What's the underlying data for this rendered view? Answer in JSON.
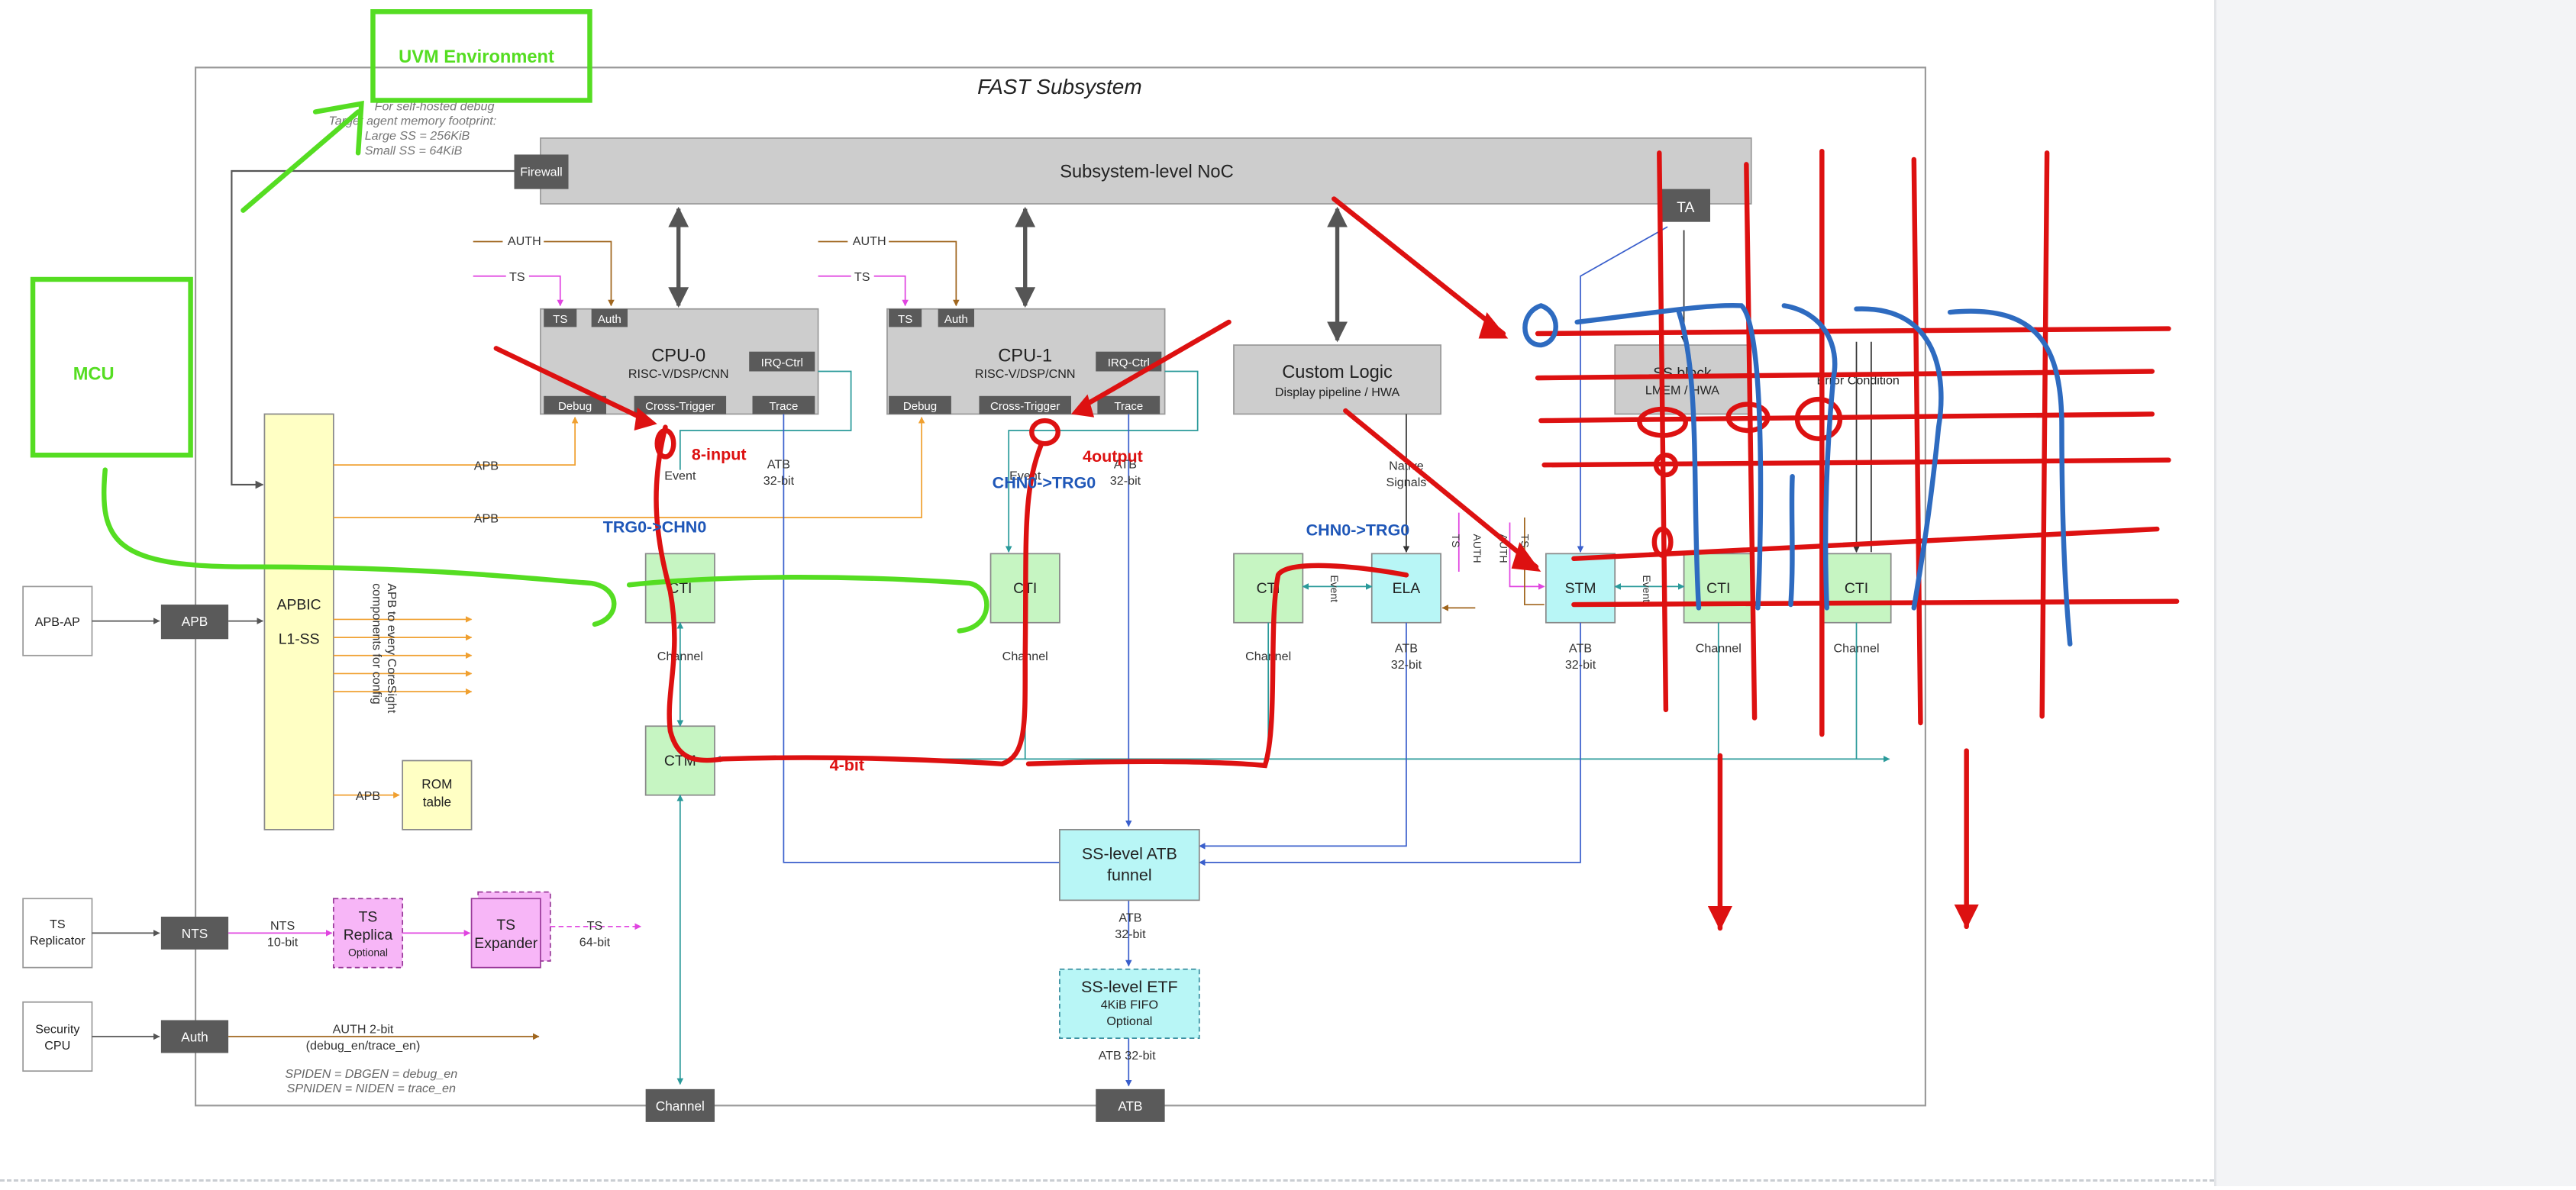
{
  "diagram": {
    "title": "FAST Subsystem",
    "uvm_label": "UVM Environment",
    "mcu_label": "MCU",
    "footprint_note": [
      "For self-hosted debug",
      "Target agent memory footprint:",
      "Large SS = 256KiB",
      "Small SS = 64KiB"
    ],
    "noc_label": "Subsystem-level NoC",
    "firewall_label": "Firewall",
    "ta_label": "TA",
    "cpu0": {
      "name": "CPU-0",
      "sub": "RISC-V/DSP/CNN"
    },
    "cpu1": {
      "name": "CPU-1",
      "sub": "RISC-V/DSP/CNN"
    },
    "ts_label": "TS",
    "auth_label": "Auth",
    "auth_caps": "AUTH",
    "irq_label": "IRQ-Ctrl",
    "debug_label": "Debug",
    "cross_trigger_label": "Cross-Trigger",
    "trace_label": "Trace",
    "custom_logic": {
      "name": "Custom Logic",
      "sub": "Display pipeline / HWA"
    },
    "ss_block": {
      "name": "SS block",
      "sub": "LMEM / HWA"
    },
    "error_condition": "Error Condition",
    "apbic": {
      "name": "APBIC",
      "sub": "L1-SS"
    },
    "apb_label": "APB",
    "apb_note": [
      "APB to every CoreSight",
      "components for config"
    ],
    "rom_table": [
      "ROM",
      "table"
    ],
    "apb_ap": "APB-AP",
    "cti_label": "CTI",
    "ctm_label": "CTM",
    "ela_label": "ELA",
    "stm_label": "STM",
    "channel_label": "Channel",
    "event_label": "Event",
    "atb_label": "ATB",
    "atb32": [
      "ATB",
      "32-bit"
    ],
    "atb32_inline": "ATB 32-bit",
    "native_signals": [
      "Native",
      "Signals"
    ],
    "funnel": [
      "SS-level ATB",
      "funnel"
    ],
    "etf": [
      "SS-level ETF",
      "4KiB FIFO",
      "Optional"
    ],
    "ts_replicator": [
      "TS",
      "Replicator"
    ],
    "nts_label": "NTS",
    "nts_bits": [
      "NTS",
      "10-bit"
    ],
    "ts_replica": [
      "TS",
      "Replica",
      "Optional"
    ],
    "ts_expander": [
      "TS",
      "Expander"
    ],
    "ts64": [
      "TS",
      "64-bit"
    ],
    "security_cpu": [
      "Security",
      "CPU"
    ],
    "auth_box": "Auth",
    "auth_bus": [
      "AUTH 2-bit",
      "(debug_en/trace_en)"
    ],
    "spiden_note": [
      "SPIDEN = DBGEN = debug_en",
      "SPNIDEN = NIDEN = trace_en"
    ]
  },
  "annotations": {
    "input8": "8-input",
    "output4": "4output",
    "bit4": "4-bit",
    "trg0_chn0": "TRG0->CHN0",
    "chn0_trg0_a": "CHN0->TRG0",
    "chn0_trg0_b": "CHN0->TRG0"
  },
  "colors": {
    "annotation_red": "#dd1111",
    "annotation_green": "#55dd22",
    "annotation_blue": "#2e6bc0",
    "label_blue": "#1f57b8",
    "cti_fill": "#c6f5c2",
    "ela_fill": "#b8f6f6",
    "apbic_fill": "#ffffc4",
    "ts_fill": "#f7b6f7",
    "noc_fill": "#cdcdcd",
    "dark_box": "#5a5a5a"
  }
}
